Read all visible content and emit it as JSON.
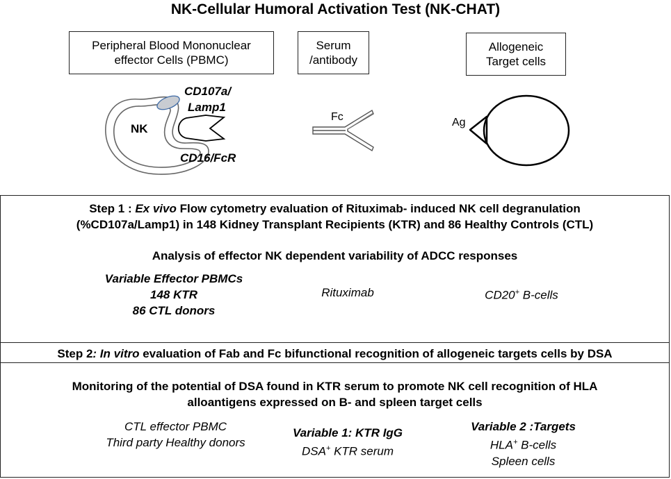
{
  "title": "NK-Cellular Humoral Activation Test (NK-CHAT)",
  "boxes": {
    "pbmc_line1": "Peripheral Blood Mononuclear",
    "pbmc_line2": "effector Cells (PBMC)",
    "serum_line1": "Serum",
    "serum_line2": "/antibody",
    "target_line1": "Allogeneic",
    "target_line2": "Target cells"
  },
  "illustration": {
    "nk_label": "NK",
    "cd107a_line1": "CD107a/",
    "cd107a_line2": "Lamp1",
    "cd16_label": "CD16/FcR",
    "fc_label": "Fc",
    "ag_label": "Ag"
  },
  "step1": {
    "heading_prefix": "Step 1 : ",
    "heading_italic": "Ex vivo",
    "heading_rest": " Flow cytometry evaluation of Rituximab- induced NK cell degranulation",
    "heading_line2": "(%CD107a/Lamp1) in 148 Kidney Transplant  Recipients (KTR) and 86 Healthy Controls (CTL)",
    "analysis": "Analysis of effector NK dependent variability of ADCC responses",
    "col1_line1": "Variable Effector PBMCs",
    "col1_line2": "148 KTR",
    "col1_line3": "86 CTL donors",
    "col2": "Rituximab",
    "col3_prefix": "CD20",
    "col3_sup": "+",
    "col3_suffix": " B-cells"
  },
  "step2": {
    "heading_prefix": "Step 2",
    "heading_italic": ": In vitro",
    "heading_rest": " evaluation of Fab and Fc bifunctional recognition of allogeneic targets cells  by DSA",
    "monitor_line1": "Monitoring of the potential of  DSA  found in KTR serum to promote NK cell recognition of HLA",
    "monitor_line2": "alloantigens expressed on B- and spleen target cells",
    "col1_line1": "CTL effector PBMC",
    "col1_line2": "Third party Healthy donors",
    "col2_line1": "Variable 1: KTR IgG",
    "col2_line2_prefix": "DSA",
    "col2_line2_sup": "+",
    "col2_line2_suffix": " KTR serum",
    "col3_line1": "Variable 2 :Targets",
    "col3_line2_prefix": "HLA",
    "col3_line2_sup": "+",
    "col3_line2_suffix": " B-cells",
    "col3_line3": "Spleen cells"
  }
}
